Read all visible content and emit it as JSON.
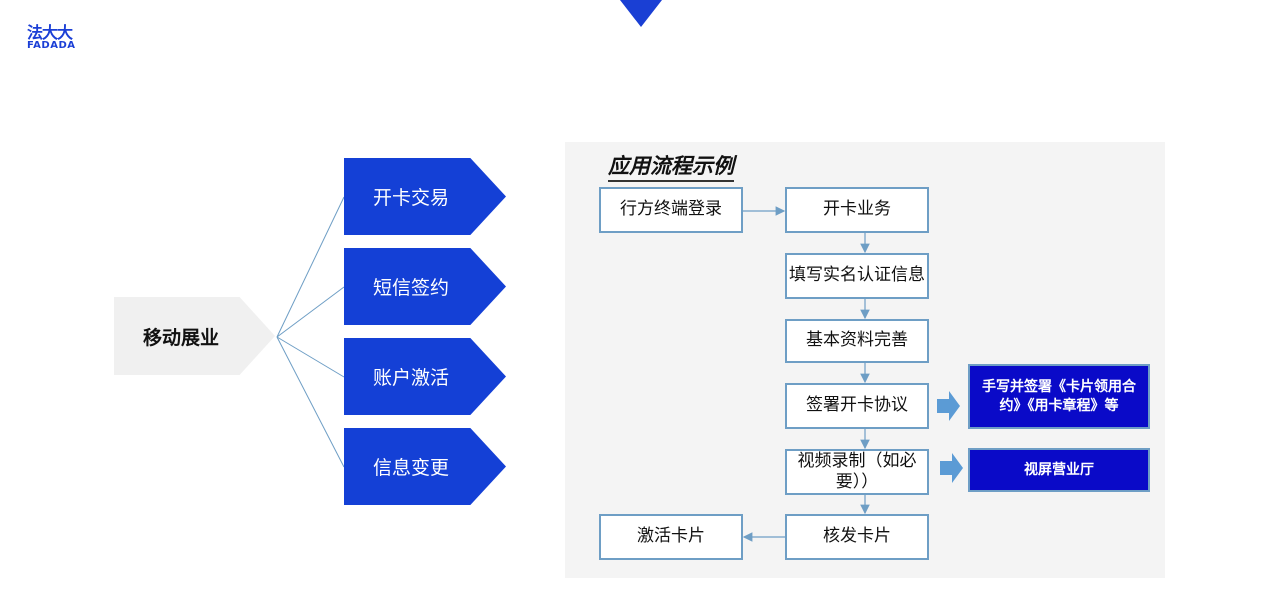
{
  "logo": {
    "cn": "法大大",
    "en": "FADADA"
  },
  "root": "移动展业",
  "branches": [
    "开卡交易",
    "短信签约",
    "账户激活",
    "信息变更"
  ],
  "flow": {
    "title": "应用流程示例",
    "login": "行方终端登录",
    "open": "开卡业务",
    "fill": "填写实名认证信息",
    "complete": "基本资料完善",
    "sign": "签署开卡协议",
    "video": "视频录制（如必要））",
    "issue": "核发卡片",
    "activate": "激活卡片",
    "sign_note": "手写并签署《卡片领用合约》《用卡章程》等",
    "video_note": "视屏营业厅"
  },
  "colors": {
    "brand": "#1440d6",
    "note": "#0a0ac8",
    "border": "#6e9ec5"
  }
}
